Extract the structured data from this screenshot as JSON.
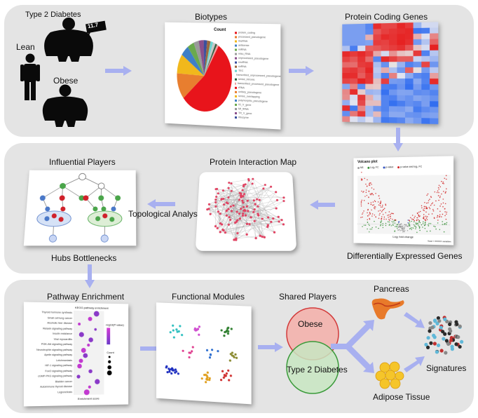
{
  "panels": {
    "top": {
      "labels": {
        "t2d": "Type 2 Diabetes",
        "t2d_sign": "11.7",
        "lean": "Lean",
        "obese": "Obese",
        "biotypes": "Biotypes",
        "pcg": "Protein Coding Genes"
      },
      "pie": {
        "title": "Count",
        "legend": [
          "protein_coding",
          "processed_pseudogene",
          "lincRNA",
          "antisense",
          "miRNA",
          "misc_RNA",
          "unprocessed_pseudogene",
          "snoRNA",
          "snRNA",
          "TEC",
          "transcribed_unprocessed_pseudogene",
          "sense_intronic",
          "transcribed_processed_pseudogene",
          "rRNA",
          "unitary_pseudogene",
          "sense_overlapping",
          "polymorphic_pseudogene",
          "IG_V_gene",
          "Mt_tRNA",
          "TR_V_gene",
          "ribozyme"
        ],
        "slices": [
          55,
          12,
          9,
          5,
          4,
          3,
          3,
          2,
          2,
          1.5,
          1.5,
          1,
          1
        ],
        "colors": [
          "#e8141b",
          "#e87e2f",
          "#f1b81c",
          "#3f7fc6",
          "#6aa94d",
          "#9a9a9a",
          "#8b4f8b",
          "#3a4f9e",
          "#9b6a3d",
          "#6ad5d0",
          "#c7c7c7",
          "#2f5f3f",
          "#f29da0"
        ]
      }
    },
    "middle": {
      "labels": {
        "influential": "Influential Players",
        "interaction_map": "Protein Interaction Map",
        "topological": "Topological Analysis",
        "hubs": "Hubs Bottlenecks",
        "deg": "Differentially Expressed Genes",
        "volcano_title": "Volcano plot",
        "volcano_legend": [
          "NS",
          "Log₂ FC",
          "p-value",
          "p-value and log₂ FC"
        ],
        "volcano_xlab": "Log₂ fold change",
        "volcano_caption": "Total = XXXXX variables"
      }
    },
    "bottom": {
      "labels": {
        "pathway": "Pathway Enrichment",
        "modules": "Functional Modules",
        "shared": "Shared Players",
        "obese": "Obese",
        "t2d": "Type 2 Diabetes",
        "pancreas": "Pancreas",
        "adipose": "Adipose Tissue",
        "signatures": "Signatures"
      },
      "kegg": {
        "title": "KEGG pathway enrichment",
        "terms": [
          "Thyroid hormone synthesis",
          "Small cell lung cancer",
          "Alcoholic liver disease",
          "Relaxin signaling pathway",
          "Insulin resistance",
          "Viral myocarditis",
          "PI3K-Akt signaling pathway",
          "Neurotrophin signaling pathway",
          "Apelin signaling pathway",
          "Leishmaniasis",
          "HIF-1 signaling pathway",
          "FoxO signaling pathway",
          "cGMP-PKG signaling pathway",
          "Bladder cancer",
          "Autoimmune thyroid disease",
          "Legionellosis"
        ],
        "xlabel": "Enrichment score",
        "legend_title": "-log10(P-value)",
        "count_title": "Count"
      }
    }
  },
  "colors": {
    "panel": "#e4e4e4",
    "arrow": "#a8b0f0",
    "venn_obese": "#f2b7b2",
    "venn_t2d": "#c8e6c2",
    "network_red": "#e04060",
    "body": "#0a0a0a"
  }
}
